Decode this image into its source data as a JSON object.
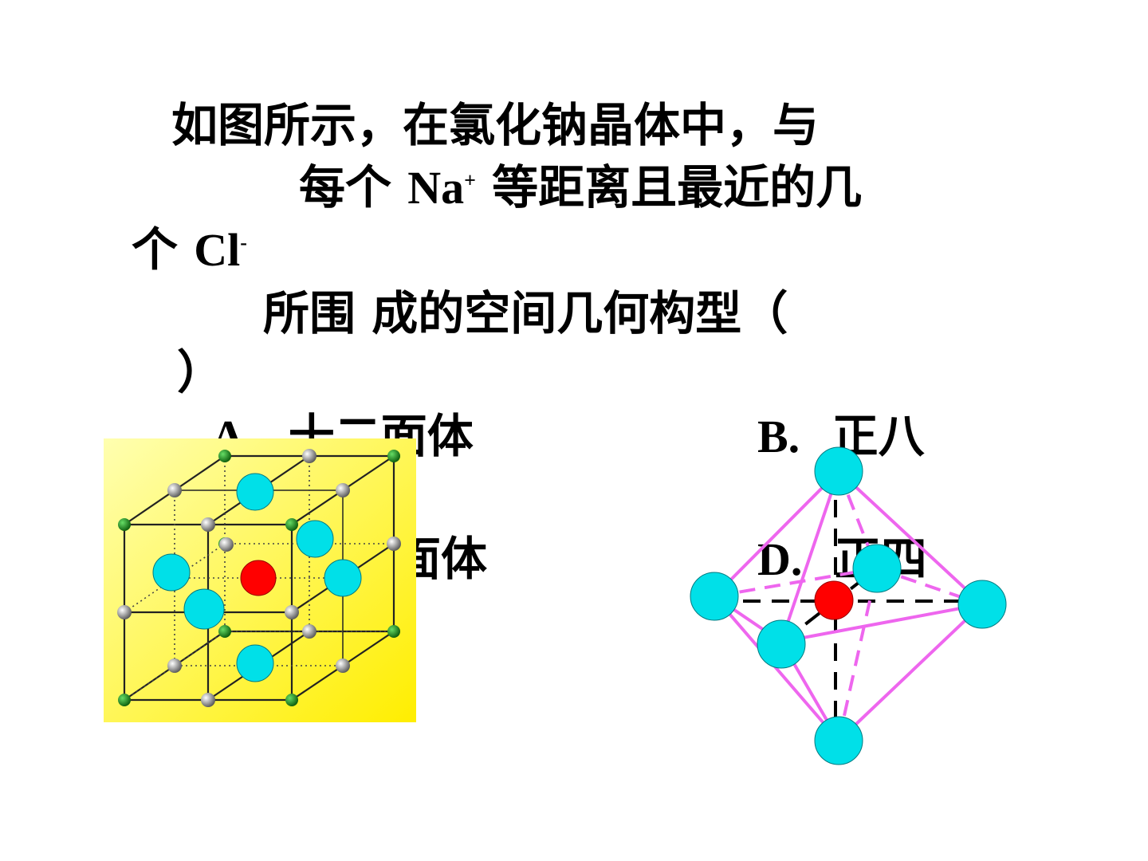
{
  "question": {
    "line1": "如图所示，在氯化钠晶体中，与",
    "line2_pre": "每个 ",
    "line2_na": "Na",
    "line2_na_sup": "+",
    "line2_post": " 等距离且最近的几",
    "line3_pre": "个 ",
    "line3_cl": "Cl",
    "line3_cl_sup": "-",
    "line4": "所围  成的空间几何构型（",
    "line5": "）"
  },
  "options": {
    "a_letter": "A.",
    "a_text": "十二面体",
    "b_letter": "B.",
    "b_text": "正八",
    "c_text": "面体",
    "d_letter": "D.",
    "d_text": "正四"
  },
  "colors": {
    "cl_ion": "#00e0e8",
    "na_center": "#ff0000",
    "edge_pink": "#ee66ee",
    "corner_green": "#1a8a1a",
    "corner_gray": "#888888",
    "panel_gradient_start": "#ffffa0",
    "panel_gradient_end": "#ffee00"
  }
}
